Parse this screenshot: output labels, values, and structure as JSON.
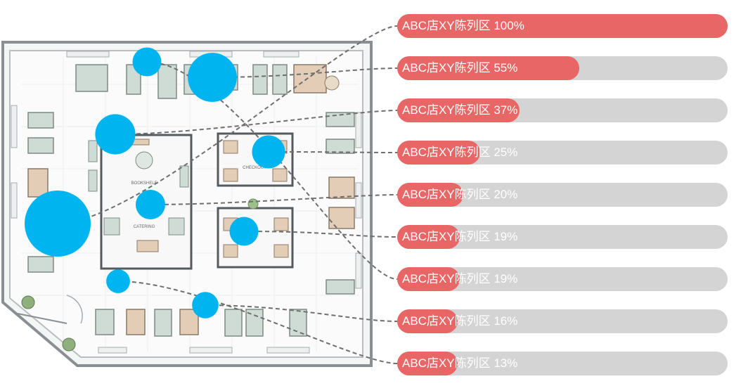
{
  "chart_data": {
    "type": "bar",
    "orientation": "horizontal",
    "categories": [
      "ABC店XY陈列区 100%",
      "ABC店XY陈列区 55%",
      "ABC店XY陈列区 37%",
      "ABC店XY陈列区 25%",
      "ABC店XY陈列区 20%",
      "ABC店XY陈列区 19%",
      "ABC店XY陈列区 19%",
      "ABC店XY陈列区 16%",
      "ABC店XY陈列区 13%"
    ],
    "values": [
      100,
      55,
      37,
      25,
      20,
      19,
      19,
      16,
      13
    ],
    "xlim": [
      0,
      100
    ],
    "bubble_values": [
      100,
      16,
      20,
      13,
      37,
      25,
      55,
      19,
      19
    ],
    "colors": {
      "bar": "#e86666",
      "track": "#d4d4d4",
      "bubble": "#00b4f0",
      "label": "#ffffff"
    }
  },
  "floorplan": {
    "zone_labels": [
      "BOOKSHELF",
      "CATERING",
      "CHECKOUT"
    ]
  }
}
